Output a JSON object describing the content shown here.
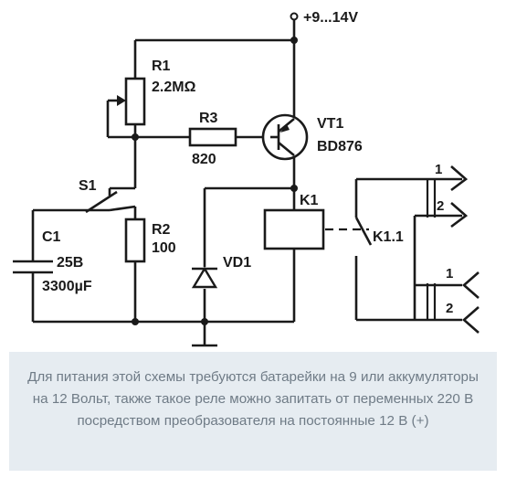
{
  "schematic": {
    "supply_label": "+9...14V",
    "r1": {
      "ref": "R1",
      "value": "2.2MΩ"
    },
    "r3": {
      "ref": "R3",
      "value": "820"
    },
    "vt1": {
      "ref": "VT1",
      "part": "BD876"
    },
    "s1": {
      "ref": "S1"
    },
    "k1": {
      "ref": "K1"
    },
    "r2": {
      "ref": "R2",
      "value": "100"
    },
    "c1": {
      "ref": "C1",
      "voltage": "25B",
      "value": "3300µF"
    },
    "vd1": {
      "ref": "VD1"
    },
    "k11": {
      "ref": "K1.1"
    },
    "contacts": {
      "top_1": "1",
      "top_2": "2",
      "bottom_1": "1",
      "bottom_2": "2"
    }
  },
  "caption": {
    "text": "Для питания этой схемы требуются батарейки на 9 или аккумуляторы на 12 Вольт, также такое реле можно запитать от переменных 220 В посредством преобразователя на постоянные 12 В (+)"
  }
}
